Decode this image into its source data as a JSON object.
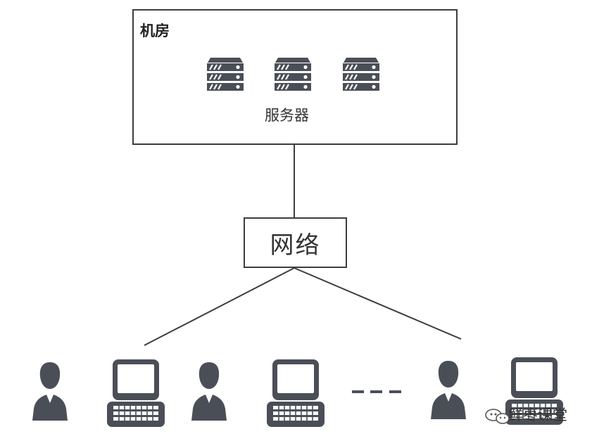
{
  "room": {
    "title": "机房"
  },
  "servers": {
    "label": "服务器",
    "count": 3
  },
  "network": {
    "label": "网络"
  },
  "watermark": {
    "text": "鲜枣课堂"
  },
  "colors": {
    "icon": "#4a4f57",
    "line": "#3d3d3d",
    "frame": "#3d3d3d"
  },
  "icons": {
    "server": "server-icon",
    "person": "person-icon",
    "computer": "computer-icon"
  }
}
